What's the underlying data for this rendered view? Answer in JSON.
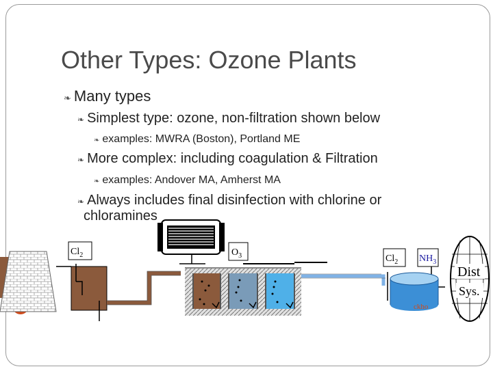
{
  "slide": {
    "title": "Other Types: Ozone Plants",
    "bullets": [
      {
        "level": 1,
        "text": "Many types"
      },
      {
        "level": 2,
        "text": "Simplest type: ozone, non-filtration shown below"
      },
      {
        "level": 3,
        "text": "examples: MWRA (Boston), Portland ME"
      },
      {
        "level": 2,
        "text": "More complex: including coagulation & Filtration"
      },
      {
        "level": 3,
        "text": "examples: Andover MA, Amherst MA"
      },
      {
        "level": 2,
        "text": "Always includes final disinfection with chlorine or"
      }
    ],
    "bullet_wrap": "chloramines",
    "bullet_icon": "leaf-bullet-icon"
  },
  "diagram": {
    "labels": {
      "cl2_left": "Cl",
      "cl2_left_sub": "2",
      "o3": "O",
      "o3_sub": "3",
      "cl2_right": "Cl",
      "cl2_right_sub": "2",
      "nh3": "NH",
      "nh3_sub": "3",
      "dist_line1": "Dist",
      "dist_line2": "Sys.",
      "cut_label": "ckho"
    },
    "colors": {
      "reservoir": "#8b5a3c",
      "pipe_brown": "#8b5a3c",
      "pipe_blue": "#7fb2e6",
      "tank_blue": "#3c8fd6",
      "ozone_stage1": "#8b5a3c",
      "ozone_stage2": "#7a9bb8",
      "ozone_stage3": "#4fb0e8",
      "accent_red": "#d04a1a",
      "nh3_text": "#1a1aa0"
    }
  }
}
